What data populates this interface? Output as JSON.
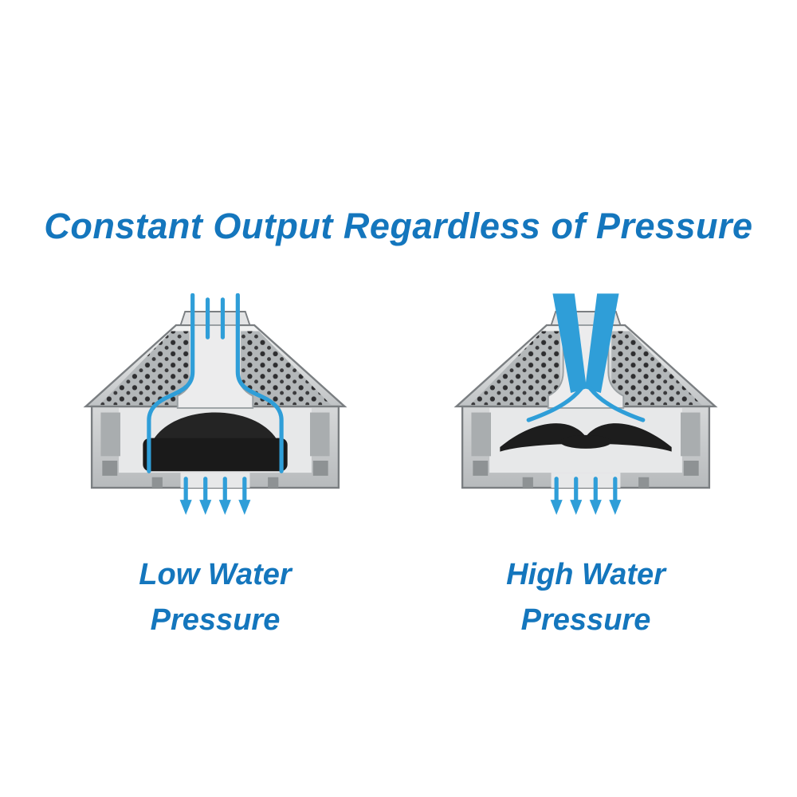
{
  "title": "Constant Output Regardless of Pressure",
  "colors": {
    "text_blue": "#1476bd",
    "water_blue": "#2f9ed8",
    "body_gray": "#c5c8ca",
    "diaphragm_black": "#1a1a1a"
  },
  "diagrams": {
    "low": {
      "name": "low-water-pressure-cross-section",
      "label_line1": "Low Water",
      "label_line2": "Pressure"
    },
    "high": {
      "name": "high-water-pressure-cross-section",
      "label_line1": "High Water",
      "label_line2": "Pressure"
    }
  }
}
